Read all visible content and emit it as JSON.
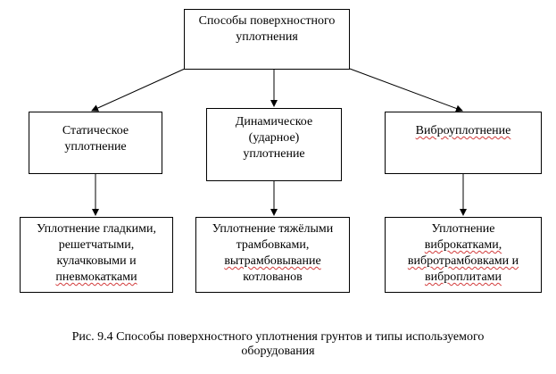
{
  "root": {
    "line1": "Способы поверхностного",
    "line2": "уплотнения"
  },
  "methods": [
    {
      "lines": [
        "Статическое",
        "уплотнение"
      ]
    },
    {
      "lines": [
        "Динамическое",
        "(ударное)",
        "уплотнение"
      ]
    },
    {
      "lines": [
        "Виброуплотнение"
      ]
    }
  ],
  "equipment": [
    {
      "lines": [
        "Уплотнение гладкими,",
        "решетчатыми,",
        "кулачковыми и",
        "пневмокатками"
      ]
    },
    {
      "lines": [
        "Уплотнение  тяжёлыми",
        "трамбовками,",
        "вытрамбовывание",
        "котлованов"
      ]
    },
    {
      "lines": [
        "Уплотнение",
        "виброкатками,",
        "вибротрамбовками и",
        "виброплитами"
      ]
    }
  ],
  "caption": {
    "line1": "Рис. 9.4 Способы поверхностного уплотнения грунтов и типы используемого",
    "line2": "оборудования"
  }
}
